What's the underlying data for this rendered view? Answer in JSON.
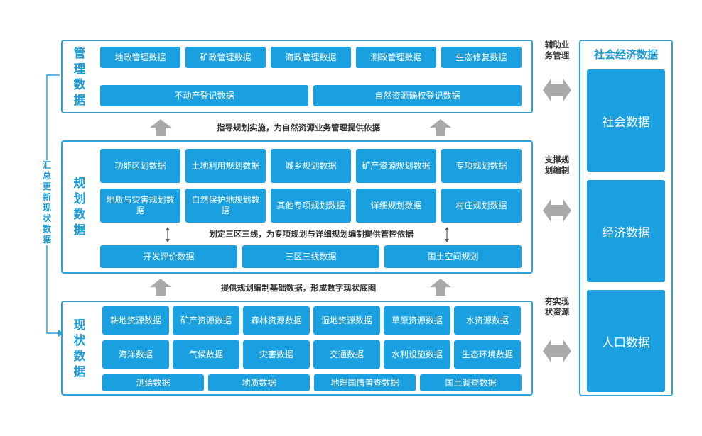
{
  "sections": {
    "management": {
      "title": "管理数据",
      "row1": [
        "地政管理数据",
        "矿政管理数据",
        "海政管理数据",
        "测政管理数据",
        "生态修复数据"
      ],
      "row2": [
        "不动产登记数据",
        "自然资源确权登记数据"
      ]
    },
    "planning": {
      "title": "规划数据",
      "row1": [
        "功能区划数据",
        "土地利用规划数据",
        "城乡规划数据",
        "矿产资源规划数据",
        "专项规划数据"
      ],
      "row2": [
        "地质与灾害规划数据",
        "自然保护地规划数据",
        "其他专项规划数据",
        "详细规划数据",
        "村庄规划数据"
      ],
      "mid_caption": "划定三区三线，为专项规划与详细规划编制提供管控依据",
      "row3": [
        "开发评价数据",
        "三区三线数据",
        "国土空间规划"
      ]
    },
    "status": {
      "title": "现状数据",
      "row1": [
        "耕地资源数据",
        "矿产资源数据",
        "森林资源数据",
        "湿地资源数据",
        "草原资源数据",
        "水资源数据"
      ],
      "row2": [
        "海洋数据",
        "气候数据",
        "灾害数据",
        "交通数据",
        "水利设施数据",
        "生态环境数据"
      ],
      "row3": [
        "测绘数据",
        "地质数据",
        "地理国情普查数据",
        "国土调查数据"
      ]
    }
  },
  "captions": {
    "guide": "指导规划实施，为自然资源业务管理提供依据",
    "provide": "提供规划编制基础数据，形成数字现状底图"
  },
  "left_label": "汇总更新现状数据",
  "side_labels": [
    "辅助业务管理",
    "支撑规划编制",
    "夯实现状资源"
  ],
  "socio": {
    "title": "社会经济数据",
    "items": [
      "社会数据",
      "经济数据",
      "人口数据"
    ]
  },
  "colors": {
    "accent": "#1aa0e0",
    "border": "#2aa3df",
    "arrow": "#a9a9a9"
  }
}
